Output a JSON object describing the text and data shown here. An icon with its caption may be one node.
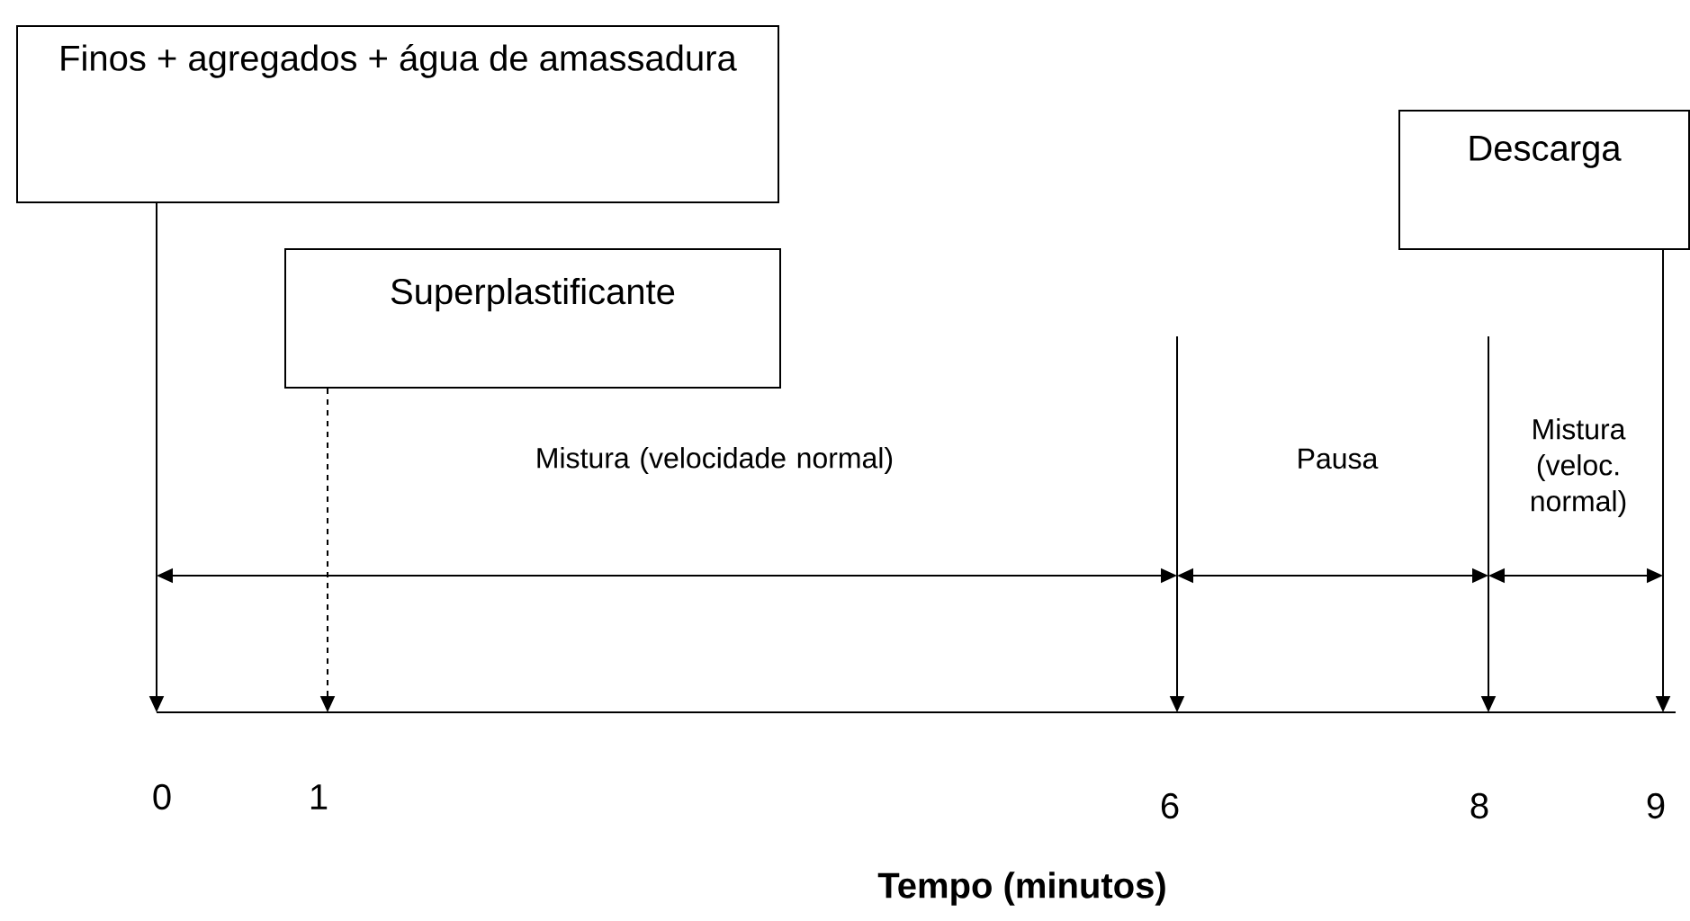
{
  "diagram": {
    "nodes": [
      {
        "text": [
          "Finos + agregados + água de amassadura"
        ]
      },
      {
        "text": [
          "Superplastificante"
        ]
      },
      {
        "text": [
          "Descarga"
        ]
      }
    ],
    "edges": [
      {
        "from": 0,
        "to": null,
        "arrow": "to"
      },
      {
        "from": 1,
        "to": null,
        "arrow": "to",
        "style": "dashed"
      },
      {
        "from": 2,
        "to": null,
        "arrow": "to"
      }
    ],
    "labels": [
      "Mistura (velocidade normal)",
      "Pausa",
      "Mistura (veloc. normal)",
      "0",
      "1",
      "6",
      "8",
      "9",
      "Tempo (minutos)"
    ]
  }
}
